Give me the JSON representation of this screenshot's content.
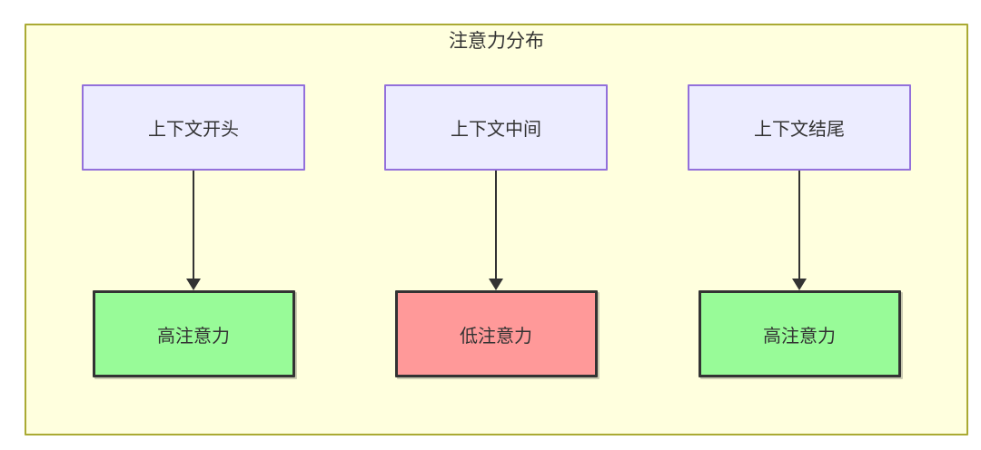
{
  "diagram": {
    "title": "注意力分布",
    "columns": [
      {
        "source": "上下文开头",
        "target": "高注意力",
        "level": "high"
      },
      {
        "source": "上下文中间",
        "target": "低注意力",
        "level": "low"
      },
      {
        "source": "上下文结尾",
        "target": "高注意力",
        "level": "high"
      }
    ],
    "colors": {
      "container_fill": "#FFFFDE",
      "container_border": "#AAAA33",
      "source_fill": "#ECECFF",
      "source_border": "#9370DB",
      "high_attention_fill": "#98FB98",
      "low_attention_fill": "#FF9999",
      "result_border": "#333333",
      "arrow": "#333333",
      "text": "#333333"
    }
  }
}
